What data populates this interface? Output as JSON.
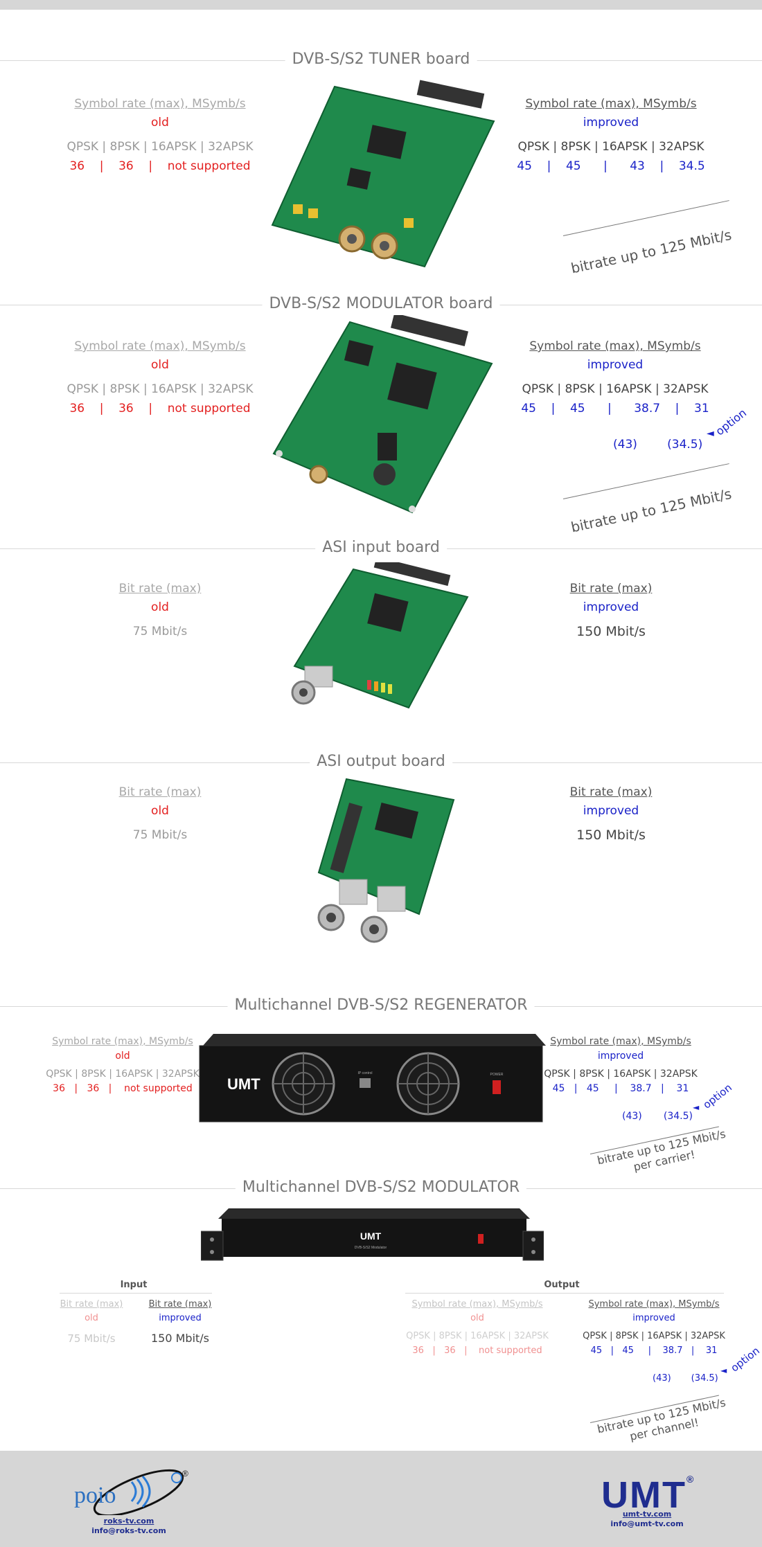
{
  "sections": {
    "tuner": {
      "title": "DVB-S/S2 TUNER board",
      "left": {
        "label": "Symbol rate (max), MSymb/s",
        "status": "old",
        "mods": "QPSK | 8PSK | 16APSK | 32APSK",
        "values": [
          "36",
          "|",
          "36",
          "|",
          "not supported"
        ]
      },
      "right": {
        "label": "Symbol rate (max), MSymb/s",
        "status": "improved",
        "mods": "QPSK | 8PSK | 16APSK | 32APSK",
        "values": [
          "45",
          "|",
          "45",
          "|",
          "43",
          "|",
          "34.5"
        ]
      },
      "bitrate": "bitrate up to 125 Mbit/s"
    },
    "modulator": {
      "title": "DVB-S/S2 MODULATOR board",
      "left": {
        "label": "Symbol rate (max), MSymb/s",
        "status": "old",
        "mods": "QPSK | 8PSK | 16APSK | 32APSK",
        "values": [
          "36",
          "|",
          "36",
          "|",
          "not supported"
        ]
      },
      "right": {
        "label": "Symbol rate (max), MSymb/s",
        "status": "improved",
        "mods": "QPSK | 8PSK | 16APSK | 32APSK",
        "values": [
          "45",
          "|",
          "45",
          "|",
          "38.7",
          "|",
          "31"
        ],
        "option_values": [
          "(43)",
          "(34.5)"
        ]
      },
      "option": "option",
      "bitrate": "bitrate up to 125 Mbit/s"
    },
    "asi_in": {
      "title": "ASI input board",
      "left": {
        "label": "Bit rate (max)",
        "status": "old",
        "value": "75 Mbit/s"
      },
      "right": {
        "label": "Bit rate (max)",
        "status": "improved",
        "value": "150 Mbit/s"
      }
    },
    "asi_out": {
      "title": "ASI output board",
      "left": {
        "label": "Bit rate (max)",
        "status": "old",
        "value": "75 Mbit/s"
      },
      "right": {
        "label": "Bit rate (max)",
        "status": "improved",
        "value": "150 Mbit/s"
      }
    },
    "regen": {
      "title": "Multichannel DVB-S/S2 REGENERATOR",
      "left": {
        "label": "Symbol rate (max), MSymb/s",
        "status": "old",
        "mods": "QPSK | 8PSK | 16APSK | 32APSK",
        "values": [
          "36",
          "|",
          "36",
          "|",
          "not supported"
        ]
      },
      "right": {
        "label": "Symbol rate (max), MSymb/s",
        "status": "improved",
        "mods": "QPSK | 8PSK | 16APSK | 32APSK",
        "values": [
          "45",
          "|",
          "45",
          "|",
          "38.7",
          "|",
          "31"
        ],
        "option_values": [
          "(43)",
          "(34.5)"
        ]
      },
      "option": "option",
      "bitrate_l1": "bitrate up to 125 Mbit/s",
      "bitrate_l2": "per carrier!",
      "device_brand": "UMT",
      "device_power": "POWER",
      "device_port": "IP control"
    },
    "multimod": {
      "title": "Multichannel DVB-S/S2 MODULATOR",
      "device_brand": "UMT",
      "device_sub": "DVB-S/S2 Modulator",
      "input": {
        "heading": "Input",
        "old": {
          "label": "Bit rate (max)",
          "status": "old",
          "value": "75 Mbit/s"
        },
        "new": {
          "label": "Bit rate (max)",
          "status": "improved",
          "value": "150 Mbit/s"
        }
      },
      "output": {
        "heading": "Output",
        "old": {
          "label": "Symbol rate (max), MSymb/s",
          "status": "old",
          "mods": "QPSK | 8PSK | 16APSK | 32APSK",
          "values": [
            "36",
            "|",
            "36",
            "|",
            "not supported"
          ]
        },
        "new": {
          "label": "Symbol rate (max), MSymb/s",
          "status": "improved",
          "mods": "QPSK | 8PSK | 16APSK | 32APSK",
          "values": [
            "45",
            "|",
            "45",
            "|",
            "38.7",
            "|",
            "31"
          ],
          "option_values": [
            "(43)",
            "(34.5)"
          ]
        }
      },
      "option": "option",
      "bitrate_l1": "bitrate up to 125 Mbit/s",
      "bitrate_l2": "per channel!"
    }
  },
  "footer": {
    "left_logo": "poio",
    "left_site": "roks-tv.com",
    "left_email": "info@roks-tv.com",
    "right_logo": "UMT",
    "right_site": "umt-tv.com",
    "right_email": "info@umt-tv.com",
    "registered": "®"
  },
  "colors": {
    "old": "#e32020",
    "improved": "#1a22c8",
    "pcb": "#1f8a4c",
    "device": "#141414",
    "umt_blue": "#1f2d8f"
  }
}
